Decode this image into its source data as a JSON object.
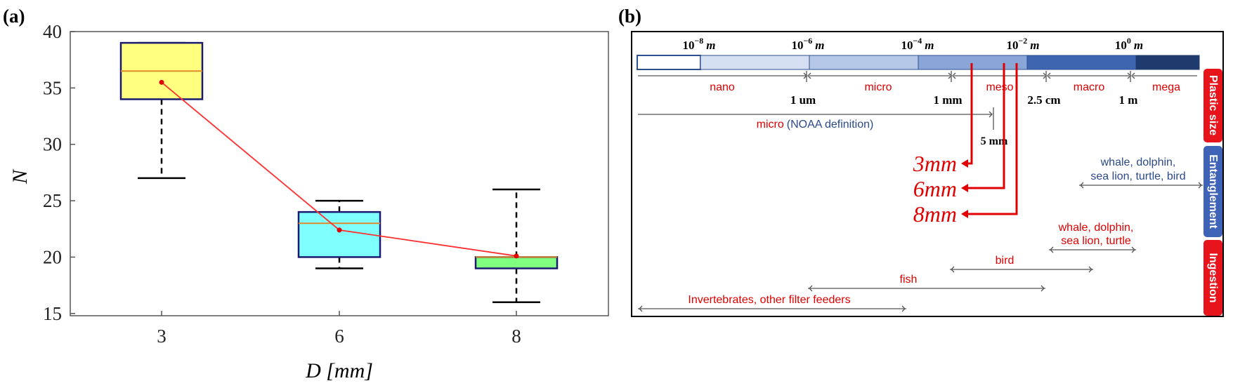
{
  "panel_a": {
    "label": "(a)"
  },
  "panel_b": {
    "label": "(b)",
    "scale_exponents": [
      {
        "base": "10",
        "exp": "−8",
        "unit": "m"
      },
      {
        "base": "10",
        "exp": "−6",
        "unit": "m"
      },
      {
        "base": "10",
        "exp": "−4",
        "unit": "m"
      },
      {
        "base": "10",
        "exp": "−2",
        "unit": "m"
      },
      {
        "base": "10",
        "exp": "0",
        "unit": "m"
      }
    ],
    "size_classes": [
      "nano",
      "micro",
      "meso",
      "macro",
      "mega"
    ],
    "boundary_labels": [
      "1 um",
      "1 mm",
      "2.5 cm",
      "1 m"
    ],
    "noaa_micro": "micro",
    "noaa_def": "(NOAA definition)",
    "noaa_limit": "5 mm",
    "marked_sizes": [
      "3mm",
      "6mm",
      "8mm"
    ],
    "side_labels": [
      "Plastic size",
      "Entanglement",
      "Ingestion"
    ],
    "entanglement_text": [
      "whale, dolphin,",
      "sea lion, turtle, bird"
    ],
    "ingestion_whale_text": [
      "whale, dolphin,",
      "sea lion, turtle"
    ],
    "ingestion_bird": "bird",
    "ingestion_fish": "fish",
    "ingestion_invertebrates": "Invertebrates, other filter feeders",
    "colors": {
      "red": "#e00000",
      "blue_text": "#2b4a8b",
      "side_red": "#e8141c",
      "side_blue": "#3f63b6"
    }
  },
  "chart_data": [
    {
      "type": "box",
      "xlabel": "D [mm]",
      "ylabel": "N",
      "categories": [
        "3",
        "6",
        "8"
      ],
      "ylim": [
        14.8,
        40
      ],
      "yticks": [
        15,
        20,
        25,
        30,
        35,
        40
      ],
      "boxes": [
        {
          "category": "3",
          "whisker_low": 27,
          "q1": 34,
          "median": 36.5,
          "q3": 39,
          "whisker_high": 39,
          "mean": 35.5,
          "color": "#ffff80"
        },
        {
          "category": "6",
          "whisker_low": 19,
          "q1": 20,
          "median": 23,
          "q3": 24,
          "whisker_high": 25,
          "mean": 22.4,
          "color": "#80ffff"
        },
        {
          "category": "8",
          "whisker_low": 16,
          "q1": 19,
          "median": 20,
          "q3": 20,
          "whisker_high": 26,
          "mean": 20.1,
          "color": "#80ff80"
        }
      ],
      "mean_line_color": "#ff3030",
      "grid": false
    }
  ]
}
